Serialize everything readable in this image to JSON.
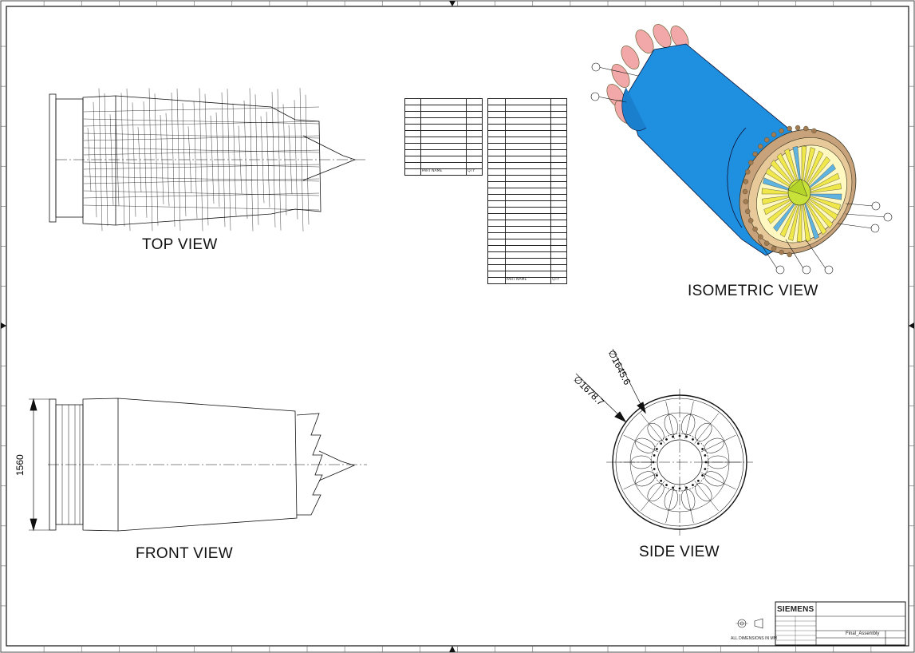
{
  "views": {
    "top": "TOP VIEW",
    "front": "FRONT VIEW",
    "side": "SIDE VIEW",
    "isometric": "ISOMETRIC VIEW"
  },
  "dimensions": {
    "height": "1560",
    "diameter_outer": "∅1678.7",
    "diameter_inner": "∅1645.6"
  },
  "bom_left": [
    [
      "",
      "",
      ""
    ],
    [
      "",
      "",
      ""
    ],
    [
      "",
      "",
      ""
    ],
    [
      "",
      "",
      ""
    ],
    [
      "",
      "",
      ""
    ],
    [
      "",
      "",
      ""
    ],
    [
      "",
      "",
      ""
    ],
    [
      "",
      "",
      ""
    ],
    [
      "",
      "",
      ""
    ],
    [
      "",
      "",
      ""
    ],
    [
      "",
      "",
      ""
    ]
  ],
  "bom_left_header": [
    "",
    "PART NAME",
    "QTY"
  ],
  "bom_right": [
    [
      "",
      "",
      ""
    ],
    [
      "",
      "",
      ""
    ],
    [
      "",
      "",
      ""
    ],
    [
      "",
      "",
      ""
    ],
    [
      "",
      "",
      ""
    ],
    [
      "",
      "",
      ""
    ],
    [
      "",
      "",
      ""
    ],
    [
      "",
      "",
      ""
    ],
    [
      "",
      "",
      ""
    ],
    [
      "",
      "",
      ""
    ],
    [
      "",
      "",
      ""
    ],
    [
      "",
      "",
      ""
    ],
    [
      "",
      "",
      ""
    ],
    [
      "",
      "",
      ""
    ],
    [
      "",
      "",
      ""
    ],
    [
      "",
      "",
      ""
    ],
    [
      "",
      "",
      ""
    ],
    [
      "",
      "",
      ""
    ],
    [
      "",
      "",
      ""
    ],
    [
      "",
      "",
      ""
    ],
    [
      "",
      "",
      ""
    ],
    [
      "",
      "",
      ""
    ],
    [
      "",
      "",
      ""
    ],
    [
      "",
      "",
      ""
    ],
    [
      "",
      "",
      ""
    ],
    [
      "",
      "",
      ""
    ],
    [
      "",
      "",
      ""
    ],
    [
      "",
      "",
      ""
    ]
  ],
  "bom_right_header": [
    "",
    "PART NAME",
    "QTY"
  ],
  "title_block": {
    "brand": "SIEMENS",
    "title": "Final_Assembly",
    "units_note": "ALL DIMENSIONS IN MM"
  },
  "colors": {
    "casing": "#1f8fe0",
    "fan_blades": "#f0e84a",
    "nozzle": "#f2a8a8",
    "cone": "#c8e23a",
    "rim": "#e8c99a"
  }
}
